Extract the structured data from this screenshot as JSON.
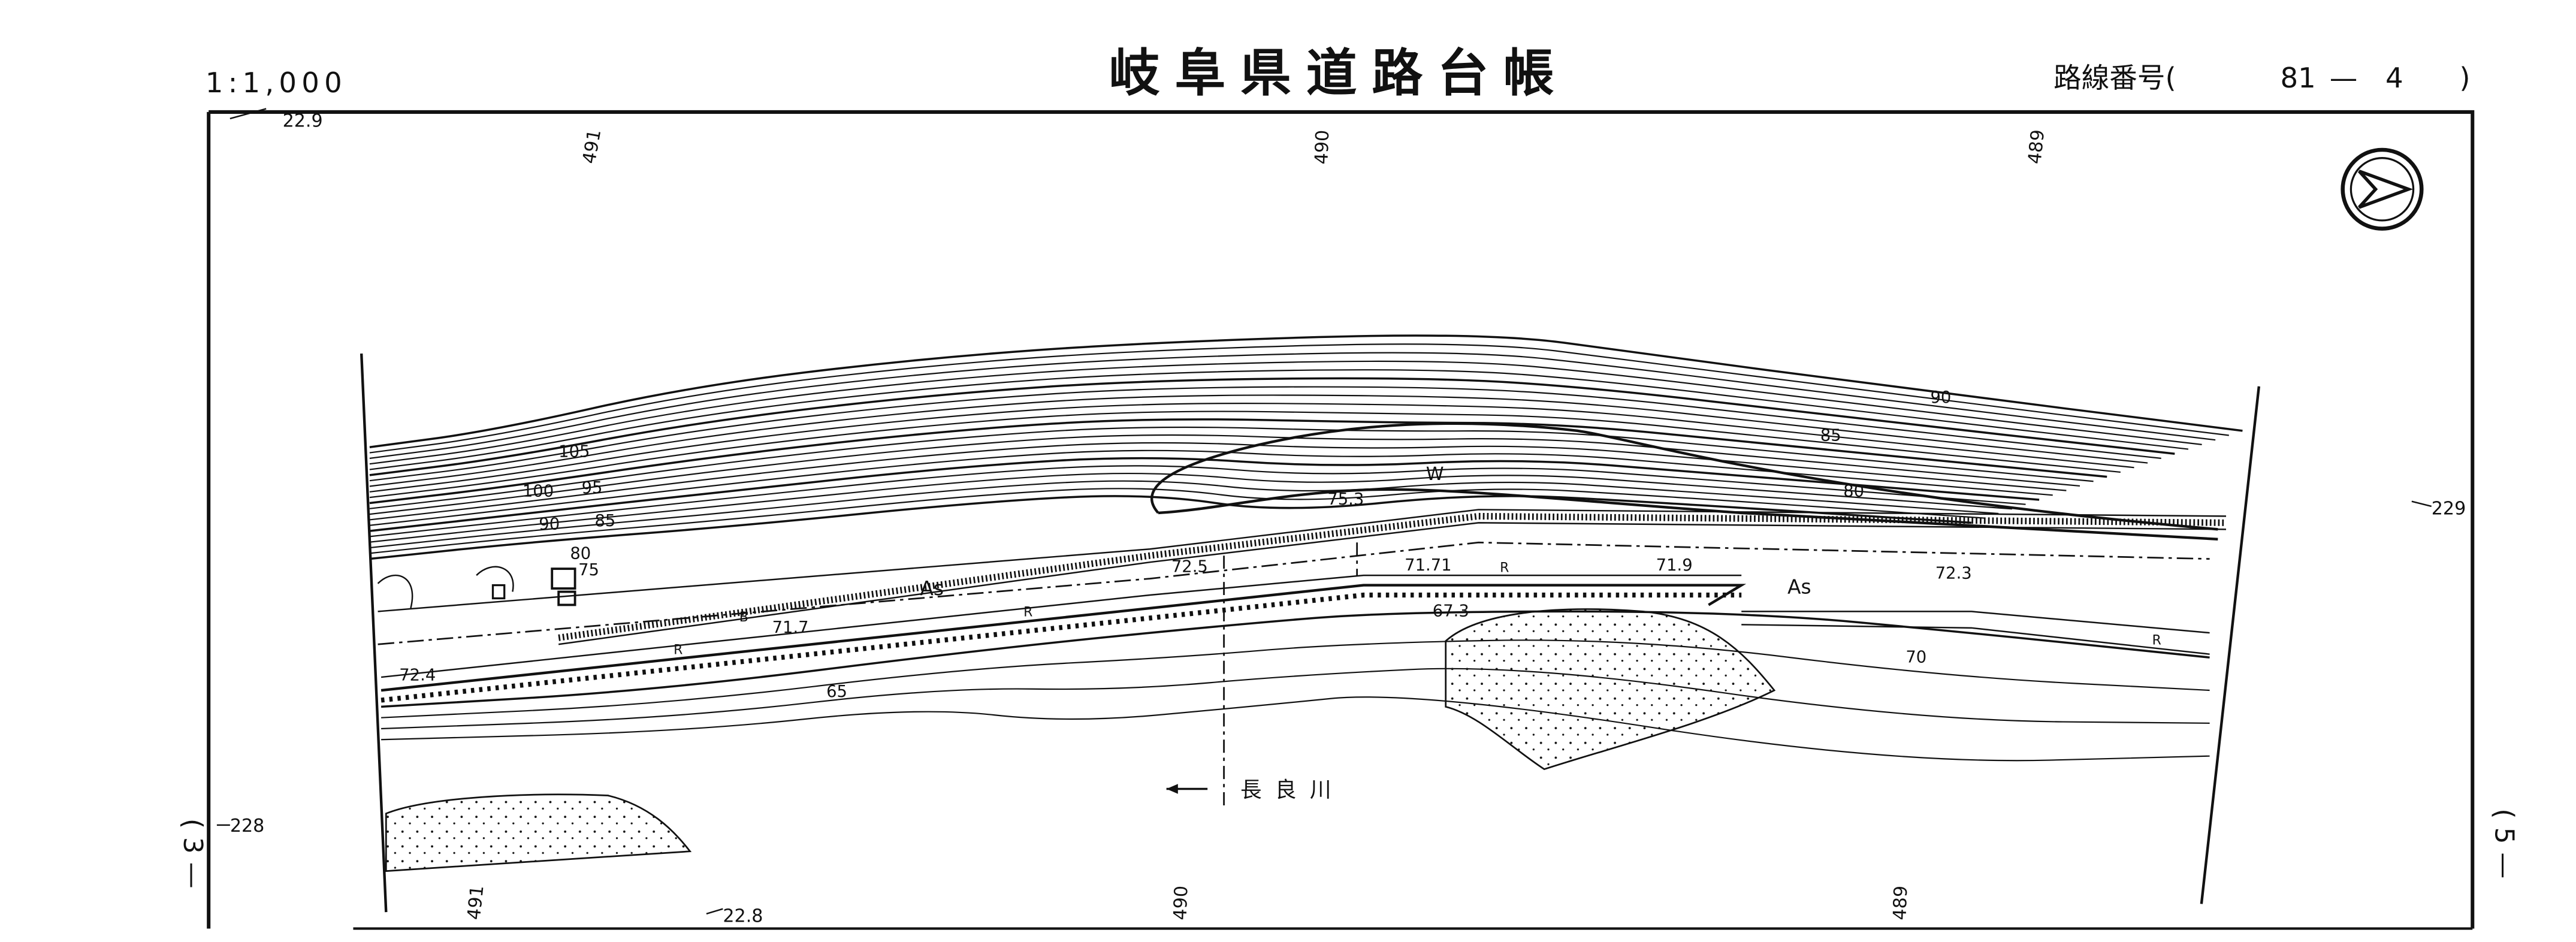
{
  "header": {
    "scale": "1:1,000",
    "title": "岐阜県道路台帳",
    "route_label": "路線番号(",
    "route_number": "81",
    "route_dash": "—",
    "route_section": "4",
    "route_close": ")"
  },
  "sheet_refs": {
    "left": "( 3 —",
    "right": "( 5 —"
  },
  "grid_labels": {
    "top_left": "22.9",
    "top_1": "491",
    "top_2": "490",
    "top_3": "489",
    "right": "229",
    "left": "228",
    "bottom_left": "22.8",
    "bottom_1": "491",
    "bottom_2": "490",
    "bottom_3": "489"
  },
  "map": {
    "river_name": "長 良 川",
    "pond_label": "W",
    "pavement_left": "As",
    "pavement_right": "As",
    "road_marks": [
      "R",
      "R",
      "R",
      "R",
      "B"
    ],
    "elevations": [
      "72.4",
      "71.7",
      "72.5",
      "71.71",
      "71.9",
      "72.3",
      "75.3",
      "67.3"
    ],
    "contours": [
      "105",
      "100",
      "95",
      "90",
      "85",
      "80",
      "75",
      "65",
      "90",
      "85",
      "80",
      "70"
    ]
  }
}
